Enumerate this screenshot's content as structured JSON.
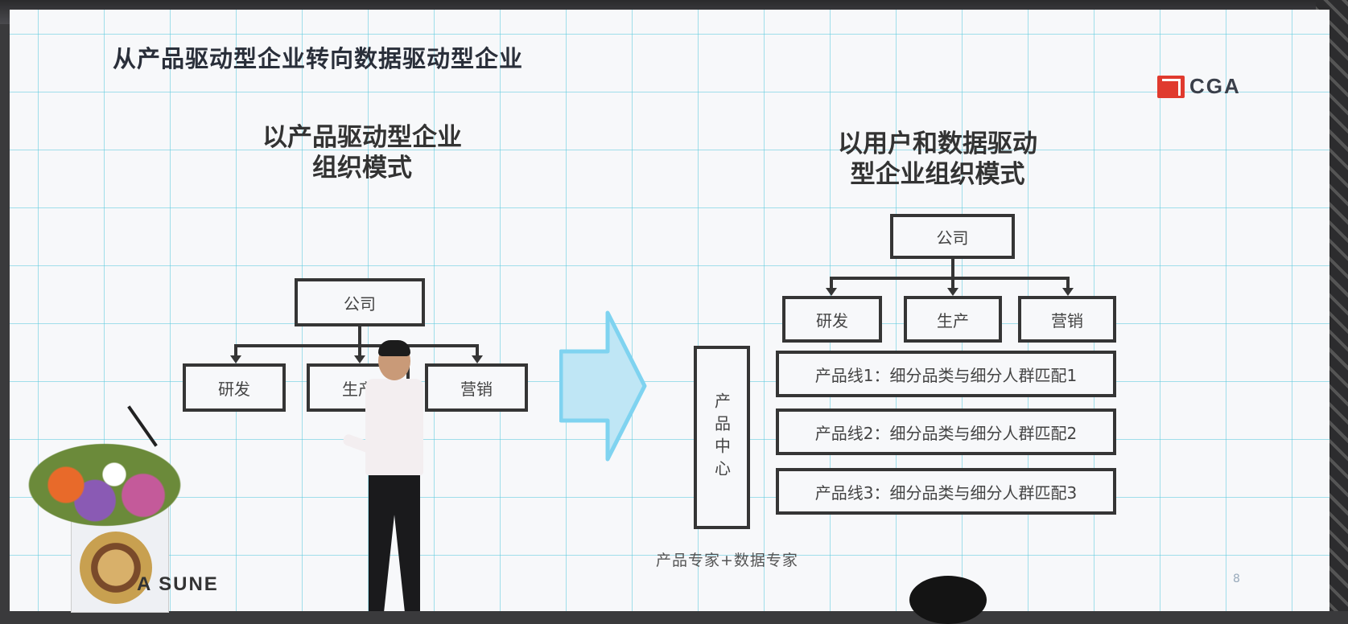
{
  "slide": {
    "title": "从产品驱动型企业转向数据驱动型企业",
    "logo_text": "CGA",
    "left_heading_line1": "以产品驱动型企业",
    "left_heading_line2": "组织模式",
    "right_heading_line1": "以用户和数据驱动",
    "right_heading_line2": "型企业组织模式",
    "left_chart": {
      "root": "公司",
      "children": [
        "研发",
        "生产",
        "营销"
      ]
    },
    "right_chart": {
      "root": "公司",
      "children": [
        "研发",
        "生产",
        "营销"
      ],
      "side_box": "产品中心",
      "product_lines": [
        "产品线1：细分品类与细分人群匹配1",
        "产品线2：细分品类与细分人群匹配2",
        "产品线3：细分品类与细分人群匹配3"
      ]
    },
    "footer_note": "产品专家+数据专家",
    "page_number": "8"
  },
  "venue": {
    "sponsor_text": "A SUNE"
  },
  "colors": {
    "screen_bg": "#f7f8fa",
    "grid_line": "#5ac8dc",
    "box_border": "#353535",
    "arrow_fill": "#bfe6f5",
    "arrow_stroke": "#7fd3f0",
    "logo_red": "#e03a2e"
  }
}
